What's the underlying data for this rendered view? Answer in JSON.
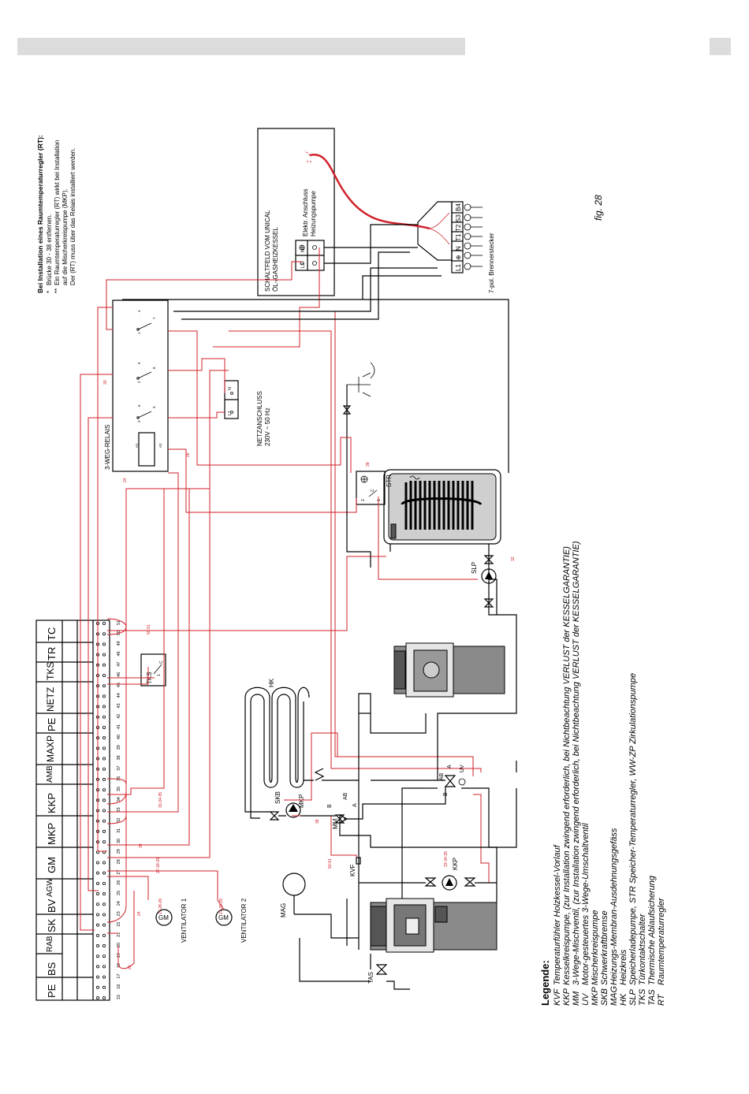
{
  "notes": {
    "title": "Bei Installation eines Raumtemperaturregler (RT):",
    "line1": "Brücke 30 - 38 entfernen.",
    "line2": "Ein Raumtemperaturregler (RT) wirkt bei Installation",
    "line3": "auf die Mischerkreispumpe (MKP).",
    "line4": "Der (RT) muss über das Relais installiert werden.",
    "mark1": "*",
    "mark2": "**"
  },
  "boiler_panel": {
    "title1": "SCHALTFELD VOM UNICAL",
    "title2": "ÖL-/GASHEIZKESSEL",
    "conn1": "Elektr. Anschluss",
    "conn2": "Heizungspumpe",
    "term_l1": "L1",
    "term_n": "N",
    "connector": "7-pol. Brennerstecker",
    "pins": [
      "L1",
      "⊕",
      "N",
      "T1",
      "T2",
      "S3",
      "B4"
    ]
  },
  "fig_label": "fig. 28",
  "relay": {
    "title": "3-WEG-RELAIS",
    "pins": [
      "1",
      "4",
      "7",
      "2",
      "5",
      "8",
      "3",
      "6",
      "9",
      "A1",
      "A2"
    ]
  },
  "mains": {
    "label1": "NETZANSCHLUSS",
    "label2": "230V ~ 50 Hz",
    "term_l1": "L1",
    "term_n": "N"
  },
  "storage": {
    "label": "STR",
    "t1": "1",
    "t2": "2",
    "tc": "C"
  },
  "terminal_strip": {
    "groups": [
      "PE",
      "BS",
      "RAB",
      "SK",
      "BV",
      "AGW",
      "GM",
      "MKP",
      "KKP",
      "AMB",
      "MAXP",
      "PE",
      "NETZ",
      "TKS",
      "TR",
      "TC"
    ],
    "numbers": [
      "15",
      "16",
      "17",
      "18",
      "19",
      "20",
      "21",
      "22",
      "23",
      "24",
      "25",
      "26",
      "27",
      "28",
      "29",
      "30",
      "31",
      "32",
      "33",
      "34",
      "35",
      "36",
      "37",
      "38",
      "39",
      "40",
      "41",
      "42",
      "43",
      "44",
      "45",
      "46",
      "47",
      "48",
      "49",
      "50",
      "51"
    ]
  },
  "wire_labels": {
    "w24a": "24",
    "w24b": "24",
    "w20": "20",
    "w27a": "27-28-29",
    "w27b": "27-28-29",
    "w27c": "27-28-29",
    "w30a": "30",
    "w30b": "30",
    "w33": "33-34-35",
    "w33b": "33-34-35",
    "w50": "50-51",
    "w50b": "50-51",
    "w32": "32",
    "w28": "28",
    "w38": "38",
    "wL": "38"
  },
  "components": {
    "ventilator1": "VENTILATOR 1",
    "ventilator2": "VENTILATOR 2",
    "gm": "GM",
    "tks": "TKS",
    "tks_1": "1",
    "tks_c": "C",
    "hk": "HK",
    "skb": "SKB",
    "mkp": "MKP",
    "mm": "MM",
    "kvf": "KVF",
    "kkp": "KKP",
    "mag": "MAG",
    "tas": "TAS",
    "slp": "SLP",
    "uv": "UV",
    "a": "A",
    "b": "B",
    "ab": "AB"
  },
  "legend": {
    "title": "Legende:",
    "items": [
      {
        "code": "KVF",
        "text": "Temperaturfühler Holzkessel-Vorlauf"
      },
      {
        "code": "KKP",
        "text": "Kesselkreispumpe, (zur Installation zwingend erforderlich, bei Nichtbeachtung VERLUST der KESSELGARANTIE)"
      },
      {
        "code": "MM",
        "text": "3-Wege-Mischventil, (zur Installation zwingend erforderlich, bei Nichtbeachtung VERLUST der KESSELGARANTIE)"
      },
      {
        "code": "UV",
        "text": "Motor-gesteuertes 3-Wege-Umschaltventil"
      },
      {
        "code": "MKP",
        "text": "Mischerkreispumpe"
      },
      {
        "code": "SKB",
        "text": "Schwerkraftbremse"
      },
      {
        "code": "MAG",
        "text": "Heizungs-Membran-Ausdehnungsgefäss"
      },
      {
        "code": "HK",
        "text": "Heizkreis"
      },
      {
        "code": "SLP",
        "text": "Speicherladepumpe, STR Speicher-Temperaturregler, WW-ZP Zirkulationspumpe"
      },
      {
        "code": "TKS",
        "text": "Türkontaktschalter"
      },
      {
        "code": "TAS",
        "text": "Thermische Ablaufsicherung"
      },
      {
        "code": "RT",
        "text": "Raumtemperaturregler"
      }
    ]
  },
  "colors": {
    "wire": "#d0202a",
    "header_bar": "#dcdcdc"
  }
}
